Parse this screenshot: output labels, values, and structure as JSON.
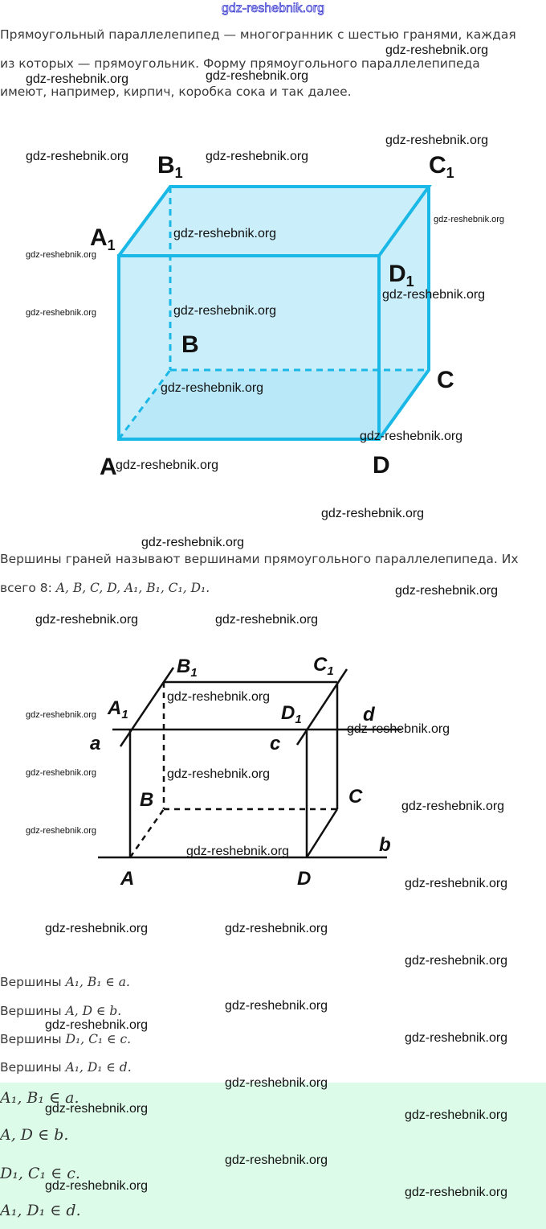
{
  "header": {
    "site_link": "gdz-reshebnik.org"
  },
  "intro": {
    "lines": [
      "Прямоугольный параллелепипед — многогранник с шестью гранями, каждая",
      "из которых — прямоугольник. Форму прямоугольного параллелепипеда",
      "имеют, например, кирпич, коробка сока и так далее."
    ]
  },
  "figure1": {
    "labels": {
      "A": "A",
      "B": "B",
      "C": "C",
      "D": "D",
      "A1": "A",
      "B1": "B",
      "C1": "C",
      "D1": "D",
      "sub": "1"
    },
    "colors": {
      "edge": "#1ab8e6",
      "fill": "#bfeaf8"
    }
  },
  "vertices_text": {
    "line1": "Вершины граней называют вершинами прямоугольного параллелепипеда. Их",
    "line2_prefix": "всего 8: ",
    "line2_math": "A, B, C, D, A₁, B₁, C₁, D₁."
  },
  "figure2": {
    "labels": {
      "A": "A",
      "B": "B",
      "C": "C",
      "D": "D",
      "A1": "A",
      "B1": "B",
      "C1": "C",
      "D1": "D",
      "sub": "1",
      "a": "a",
      "b": "b",
      "c": "c",
      "d": "d"
    }
  },
  "statements": [
    {
      "prefix": "Вершины ",
      "math": "A₁, B₁ ∈ a."
    },
    {
      "prefix": "Вершины ",
      "math": "A, D ∈ b."
    },
    {
      "prefix": "Вершины ",
      "math": "D₁, C₁ ∈ c."
    },
    {
      "prefix": "Вершины ",
      "math": "A₁, D₁ ∈ d."
    }
  ],
  "answer": [
    "A₁, B₁ ∈ a.",
    "A, D ∈ b.",
    "D₁, C₁ ∈ c.",
    "A₁, D₁ ∈ d."
  ],
  "watermark": "gdz-reshebnik.org"
}
